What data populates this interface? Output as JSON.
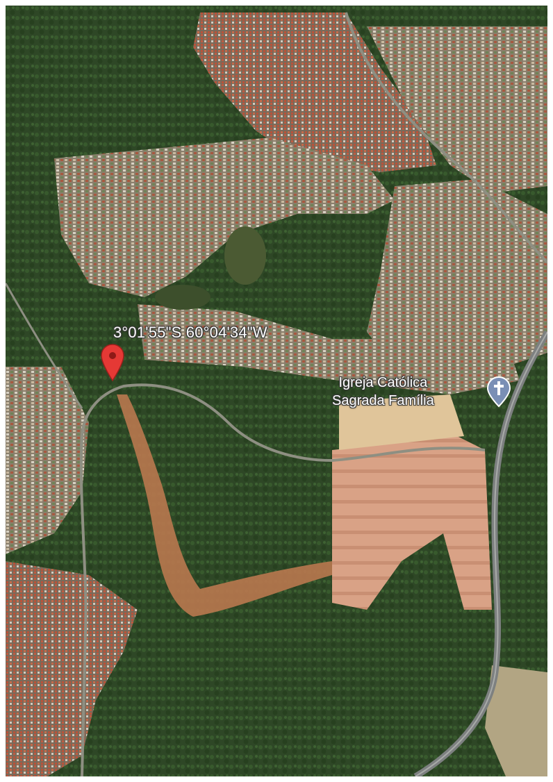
{
  "map": {
    "view": "satellite",
    "coordinate_label": "3°01'55\"S 60°04'34\"W",
    "point_of_interest": {
      "line1": "Igreja Católica",
      "line2": "Sagrada Família",
      "icon": "church-cross-icon"
    },
    "marker_icon": "map-pin-icon",
    "colors": {
      "marker": "#e53935",
      "poi_icon": "#7a8fb5",
      "forest": "#2f4a27",
      "cleared_ground": "#d99a78"
    }
  }
}
